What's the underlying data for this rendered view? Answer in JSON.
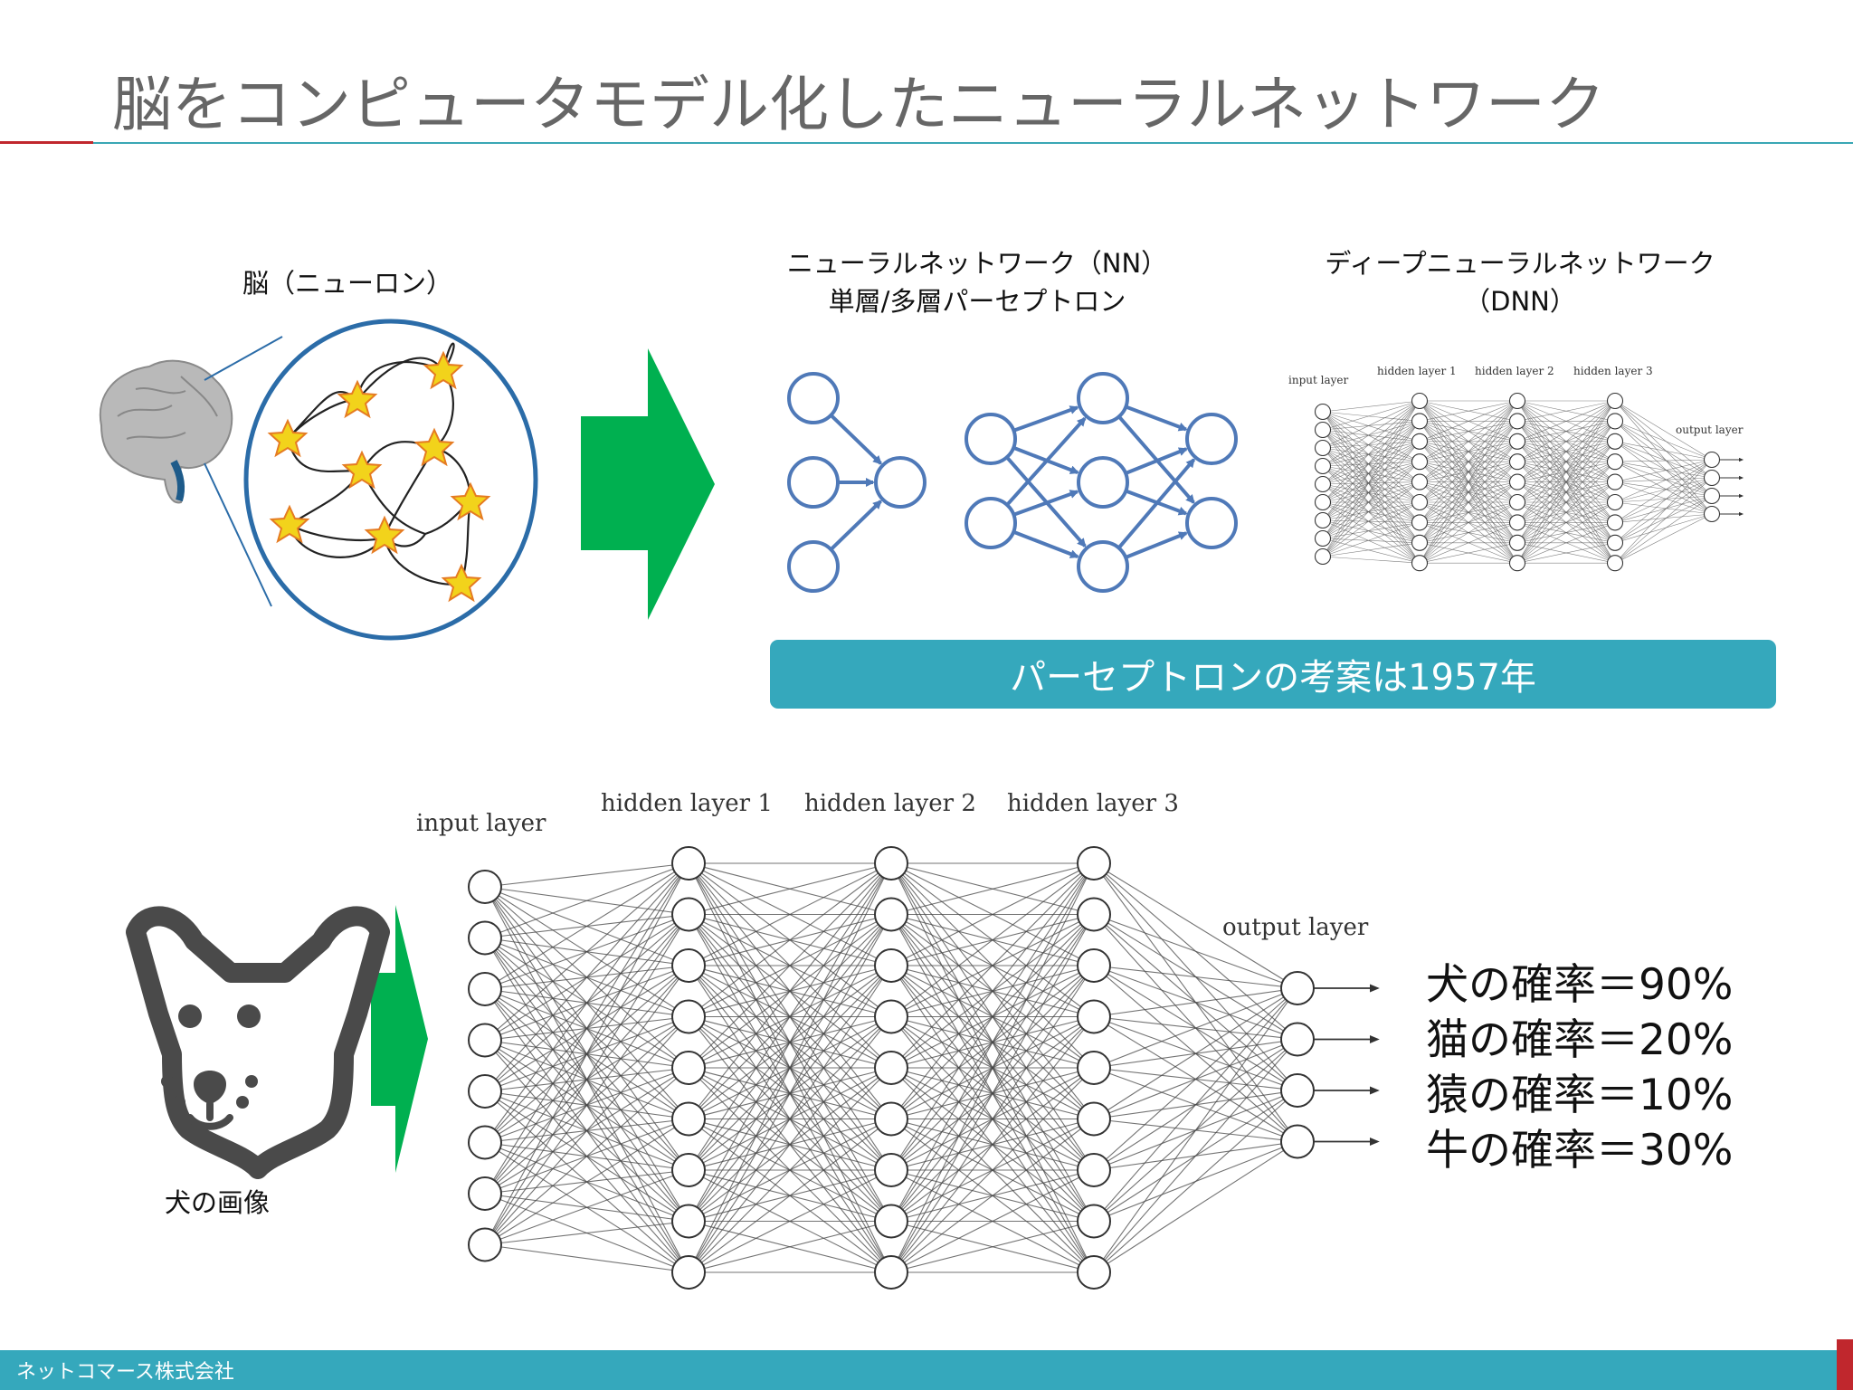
{
  "header": {
    "title": "脳をコンピュータモデル化したニューラルネットワーク"
  },
  "top": {
    "brain_label": "脳（ニューロン）",
    "nn_label_line1": "ニューラルネットワーク（NN）",
    "nn_label_line2": "単層/多層パーセプトロン",
    "dnn_label_line1": "ディープニューラルネットワーク",
    "dnn_label_line2": "（DNN）",
    "banner": "パーセプトロンの考案は1957年"
  },
  "dnn_layers": {
    "input": "input layer",
    "hidden1": "hidden layer 1",
    "hidden2": "hidden layer 2",
    "hidden3": "hidden layer 3",
    "output": "output layer"
  },
  "bottom": {
    "dog_label": "犬の画像",
    "probabilities": [
      "犬の確率＝90%",
      "猫の確率＝20%",
      "猿の確率＝10%",
      "牛の確率＝30%"
    ]
  },
  "footer": {
    "company": "ネットコマース株式会社"
  },
  "colors": {
    "accent_teal": "#35a8bc",
    "accent_red": "#c0272d",
    "arrow_green": "#00b050",
    "node_blue": "#4f79b8"
  },
  "icons": [
    "brain-icon",
    "neuron-network-icon",
    "dog-face-icon"
  ]
}
